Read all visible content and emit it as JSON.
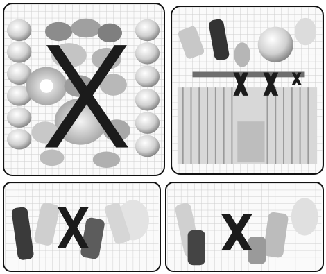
{
  "panels": [
    {
      "id": "lower-rack-bowls-plates",
      "mark": "X"
    },
    {
      "id": "upper-rack-plates-cutlery",
      "mark": "X",
      "extra_marks": [
        "X",
        "X"
      ]
    },
    {
      "id": "upper-rack-cups-side",
      "mark": "X"
    },
    {
      "id": "lower-rack-basket-side",
      "mark": "X"
    }
  ],
  "colors": {
    "mark": "#1b1b1b",
    "border": "#111111",
    "dish": "#d8d8d8",
    "dish_shadow": "#8a8a8a",
    "wire": "#9a9a9a"
  }
}
